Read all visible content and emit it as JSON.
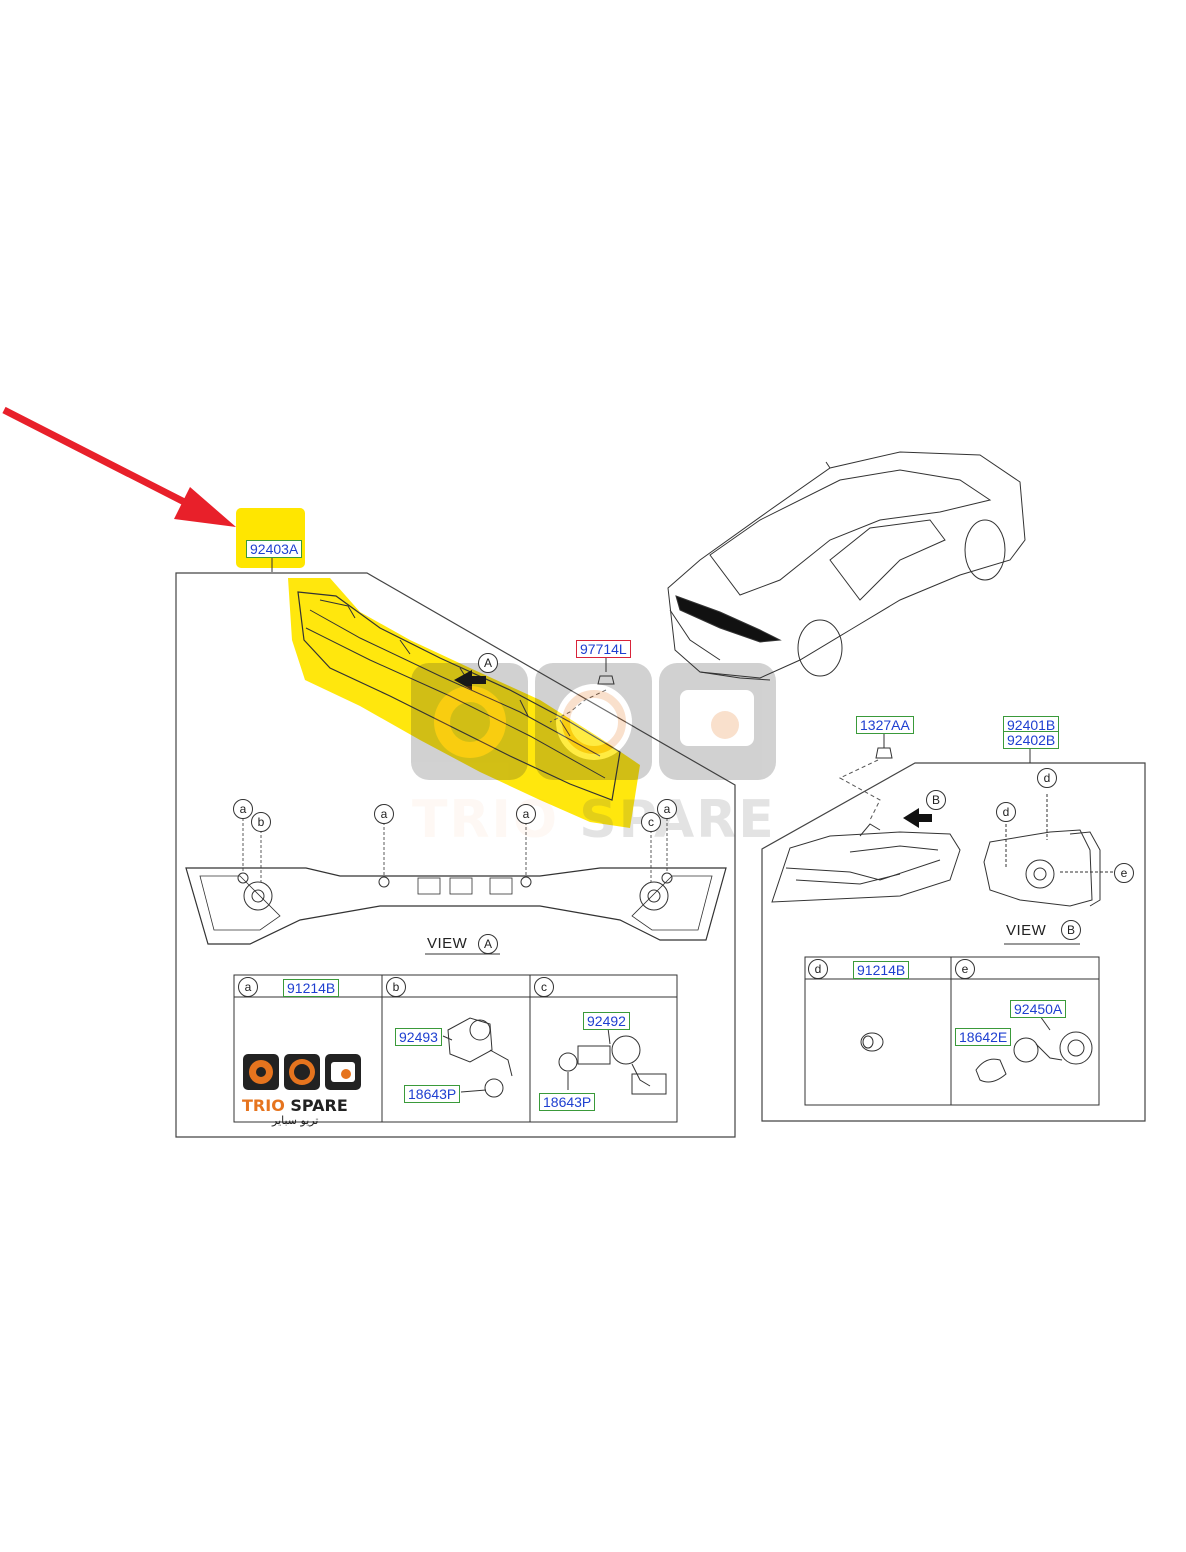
{
  "parts": {
    "main_lamp": "92403A",
    "holder_a_nut": "97714L",
    "grommet": "1327AA",
    "rear_lamp_left": "92401B",
    "rear_lamp_right": "92402B",
    "clip_a": "91214B",
    "socket_b": "92493",
    "bulb_b": "18643P",
    "socket_c": "92492",
    "bulb_c": "18643P",
    "clip_d": "91214B",
    "socket_e": "92450A",
    "bulb_e": "18642E"
  },
  "callouts": {
    "view_a": "A",
    "view_b": "B",
    "a": "a",
    "b": "b",
    "c": "c",
    "d": "d",
    "e": "e"
  },
  "views": {
    "view_a_label": "VIEW",
    "view_b_label": "VIEW"
  },
  "watermark": {
    "brand_part1": "TRIO",
    "brand_part2": "SPARE",
    "arabic": "تريو سباير"
  },
  "colors": {
    "highlight": "#ffe600",
    "arrow": "#e8202a",
    "label_border_green": "#3a9a3a",
    "label_border_red": "#d8243a",
    "label_text": "#1e3fd0",
    "logo_orange": "#e6741e"
  },
  "icons": [
    "arrow-pointer-icon",
    "camera-logo-icon",
    "gauge-logo-icon",
    "engine-logo-icon"
  ]
}
